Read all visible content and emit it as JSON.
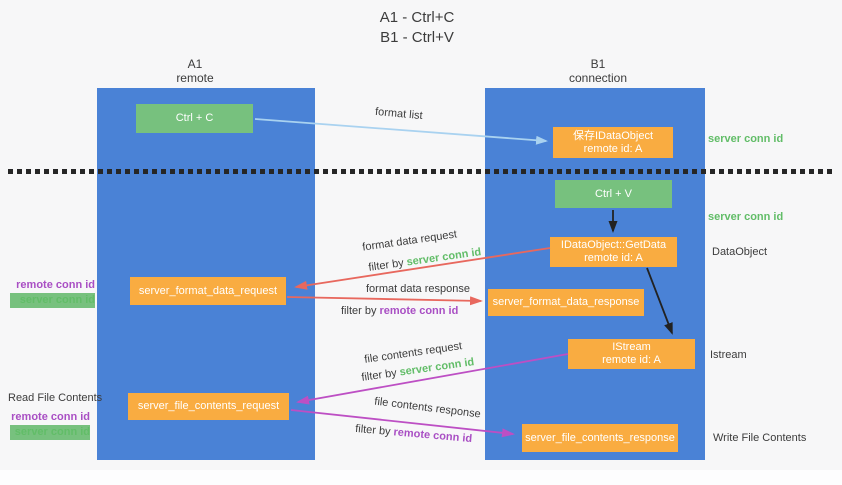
{
  "title": {
    "line1": "A1 - Ctrl+C",
    "line2": "B1 - Ctrl+V"
  },
  "columns": {
    "a1": {
      "name": "A1",
      "subtitle": "remote"
    },
    "b1": {
      "name": "B1",
      "subtitle": "connection"
    }
  },
  "nodes": {
    "ctrl_c": "Ctrl + C",
    "ctrl_v": "Ctrl + V",
    "save_idataobject": {
      "line1": "保存IDataObject",
      "line2": "remote id: A"
    },
    "getdata": {
      "line1": "IDataObject::GetData",
      "line2": "remote id: A"
    },
    "istream": {
      "line1": "IStream",
      "line2": "remote id: A"
    },
    "server_format_data_request": "server_format_data_request",
    "server_format_data_response": "server_format_data_response",
    "server_file_contents_request": "server_file_contents_request",
    "server_file_contents_response": "server_file_contents_response"
  },
  "labels": {
    "format_list": "format list",
    "format_data_request": "format data request",
    "format_data_response": "format data response",
    "file_contents_request": "file contents request",
    "file_contents_response": "file contents response",
    "filter_by": "filter by",
    "server_conn_id": "server conn id",
    "remote_conn_id": "remote conn id",
    "dataobject": "DataObject",
    "istream_side": "Istream",
    "read_file_contents": "Read File Contents",
    "write_file_contents": "Write File Contents"
  },
  "colors": {
    "column_blue": "#4a82d6",
    "box_green": "#77c17e",
    "box_orange": "#f9ac41",
    "arrow_lightblue": "#a9d2f0",
    "arrow_red": "#e8685e",
    "arrow_magenta": "#bd4fc4",
    "arrow_black": "#222222",
    "text_green": "#62bd68",
    "text_purple": "#a94fc4"
  }
}
